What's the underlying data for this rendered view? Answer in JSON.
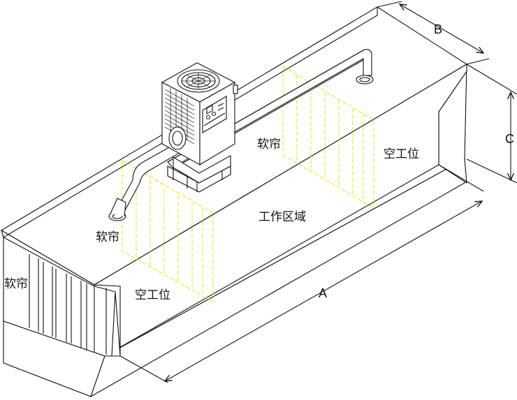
{
  "labels": {
    "soft_curtain_top": "软帘",
    "soft_curtain_left_pipe": "软帘",
    "soft_curtain_left_end": "软帘",
    "work_area": "工作区域",
    "empty_station_right": "空工位",
    "empty_station_left": "空工位"
  },
  "dimensions": {
    "a": "A",
    "b": "B",
    "c": "C"
  },
  "icons": [
    "fan-icon",
    "control-panel-icon"
  ]
}
